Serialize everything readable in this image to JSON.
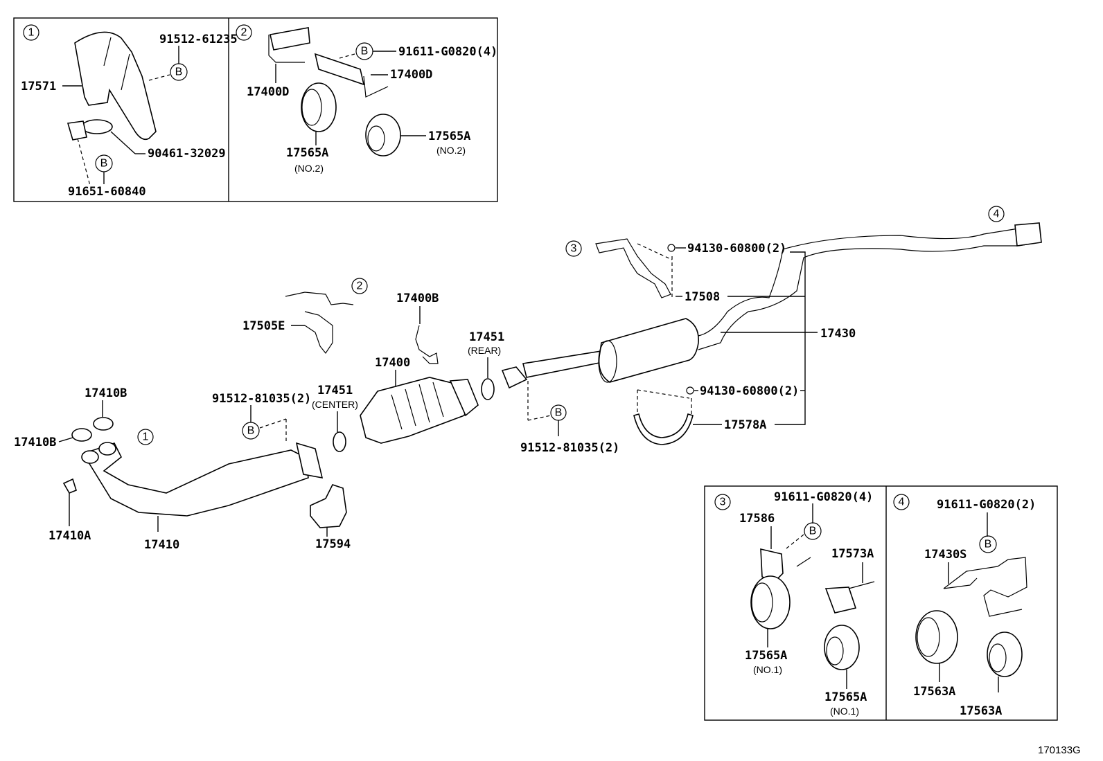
{
  "diagram": {
    "title": "Exhaust Pipe Parts Diagram",
    "code": "170133G",
    "inset_1": {
      "marker": "1",
      "labels": [
        "91512-61235",
        "17571",
        "90461-32029",
        "91651-60840"
      ],
      "bolt": "B"
    },
    "inset_2": {
      "marker": "2",
      "labels": [
        "91611-G0820(4)",
        "17400D",
        "17400D",
        "17565A",
        "(NO.2)",
        "17565A",
        "(NO.2)"
      ],
      "bolt": "B"
    },
    "inset_3": {
      "marker": "3",
      "labels": [
        "91611-G0820(4)",
        "17586",
        "17573A",
        "17565A",
        "(NO.1)",
        "17565A",
        "(NO.1)"
      ],
      "bolt": "B"
    },
    "inset_4": {
      "marker": "4",
      "labels": [
        "91611-G0820(2)",
        "17430S",
        "17563A",
        "17563A"
      ],
      "bolt": "B"
    },
    "main": {
      "markers": [
        "1",
        "2",
        "3",
        "4"
      ],
      "bolt": "B",
      "labels": {
        "p17410B_top": "17410B",
        "p17410B_left": "17410B",
        "p17410A": "17410A",
        "p17410": "17410",
        "p91512_center": "91512-81035(2)",
        "p17451_center": "17451",
        "p17451_center_sub": "(CENTER)",
        "p17505E": "17505E",
        "p17400B": "17400B",
        "p17400": "17400",
        "p17451_rear": "17451",
        "p17451_rear_sub": "(REAR)",
        "p17594": "17594",
        "p91512_rear": "91512-81035(2)",
        "p94130_top": "94130-60800(2)",
        "p94130_bottom": "94130-60800(2)",
        "p17508": "17508",
        "p17430": "17430",
        "p17578A": "17578A"
      }
    }
  }
}
